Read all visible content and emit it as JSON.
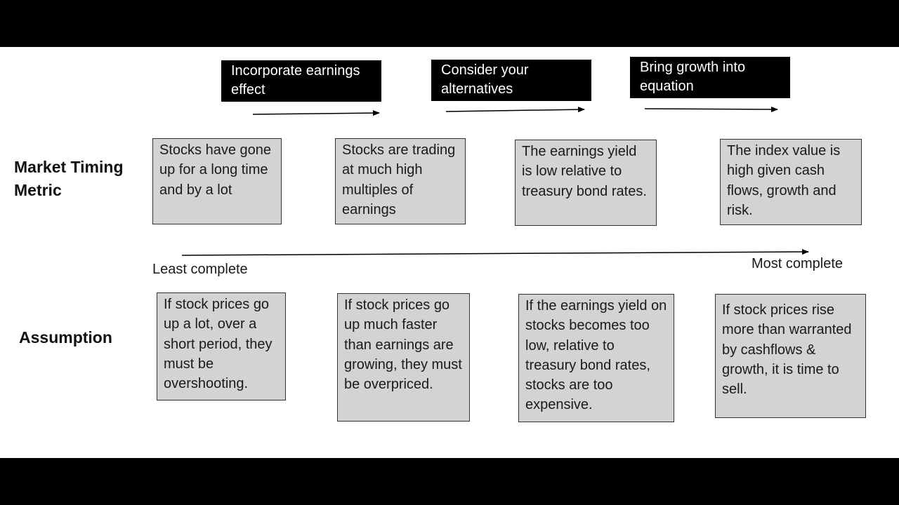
{
  "steps": [
    {
      "label": "Incorporate earnings effect"
    },
    {
      "label": "Consider your alternatives"
    },
    {
      "label": "Bring growth into equation"
    }
  ],
  "rows": [
    {
      "label": "Market Timing Metric"
    },
    {
      "label": "Assumption"
    }
  ],
  "metrics": [
    "Stocks have gone up for a long time and by a lot",
    "Stocks are trading at much high multiples of earnings",
    "The earnings yield is low relative to treasury bond rates.",
    "The index value is high given cash flows, growth and risk."
  ],
  "assumptions": [
    "If stock prices go up a lot, over a short period, they must be overshooting.",
    "If stock prices go up much faster than earnings are growing, they must be overpriced.",
    "If the earnings yield on stocks becomes too low, relative to treasury bond rates, stocks are too expensive.",
    "If stock prices rise more than warranted by cashflows & growth, it is time to sell."
  ],
  "scale": {
    "left": "Least complete",
    "right": "Most complete"
  },
  "colors": {
    "frame": "#000000",
    "slide": "#ffffff",
    "box_fill": "#d3d3d3",
    "box_border": "#333333",
    "header_fill": "#000000",
    "header_text": "#ffffff"
  }
}
